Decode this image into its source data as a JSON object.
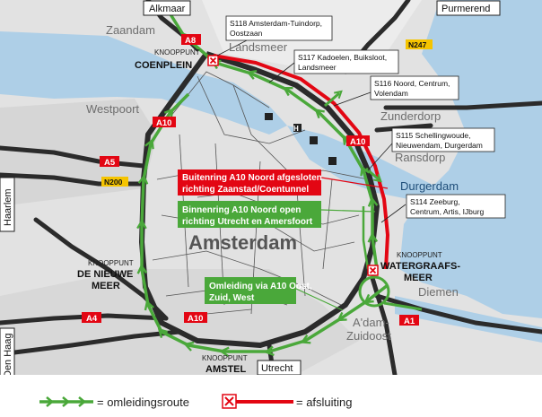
{
  "map": {
    "title": "Amsterdam",
    "places": {
      "zaandam": "Zaandam",
      "westpoort": "Westpoort",
      "landsmeer": "Landsmeer",
      "zunderdorp": "Zunderdorp",
      "ransdorp": "Ransdorp",
      "durgerdam": "Durgerdam",
      "diemen": "Diemen",
      "adam_zuidoost_1": "A'dam-",
      "adam_zuidoost_2": "Zuidoost"
    },
    "city_boxes": {
      "alkmaar": "Alkmaar",
      "purmerend": "Purmerend",
      "haarlem": "Haarlem",
      "den_haag": "Den Haag",
      "utrecht": "Utrecht"
    },
    "junctions": {
      "coenplein": {
        "label": "KNOOPPUNT",
        "name": "COENPLEIN"
      },
      "nieuwe_meer": {
        "label": "KNOOPPUNT",
        "name_1": "DE NIEUWE",
        "name_2": "MEER"
      },
      "amstel": {
        "label": "KNOOPPUNT",
        "name": "AMSTEL"
      },
      "watergraafsmeer": {
        "label": "KNOOPPUNT",
        "name_1": "WATERGRAAFS-",
        "name_2": "MEER"
      }
    },
    "road_shields": {
      "a8": "A8",
      "a10_nw": "A10",
      "a5": "A5",
      "n200": "N200",
      "n247": "N247",
      "a10_ne": "A10",
      "a4": "A4",
      "a10_s": "A10",
      "a1": "A1"
    },
    "exits": {
      "s118": [
        "S118 Amsterdam-Tuindorp,",
        "Oostzaan"
      ],
      "s117": [
        "S117 Kadoelen, Buiksloot,",
        "Landsmeer"
      ],
      "s116": [
        "S116 Noord, Centrum,",
        "Volendam"
      ],
      "s115": [
        "S115 Schellingwoude,",
        "Nieuwendam, Durgerdam"
      ],
      "s114": [
        "S114 Zeeburg,",
        "Centrum, Artis, IJburg"
      ]
    },
    "callouts": {
      "closure": [
        "Buitenring A10 Noord afgesloten",
        "richting Zaanstad/Coentunnel"
      ],
      "open": [
        "Binnenring A10 Noord open",
        "richting Utrecht en Amersfoort"
      ],
      "detour": [
        "Omleiding via A10 Oost,",
        "Zuid, West"
      ]
    },
    "colors": {
      "detour_green": "#4aa83a",
      "closure_red": "#e30613",
      "water": "#aecfe7",
      "land": "#e2e2e2",
      "road": "#2b2b2b"
    }
  },
  "legend": {
    "detour_label": "= omleidingsroute",
    "closure_label": "= afsluiting"
  }
}
